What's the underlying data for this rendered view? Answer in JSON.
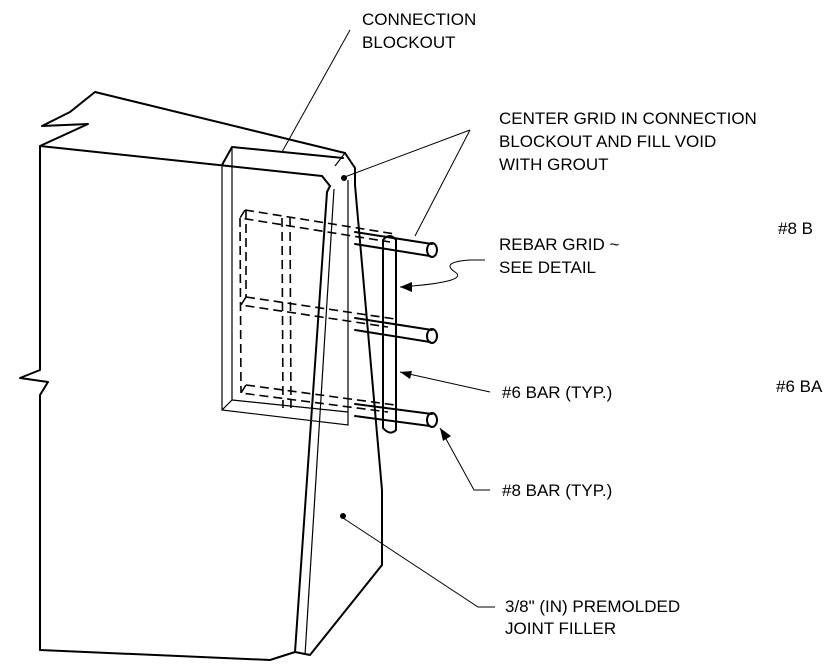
{
  "labels": {
    "connection_blockout_1": "CONNECTION",
    "connection_blockout_2": "BLOCKOUT",
    "center_grid_1": "CENTER GRID IN CONNECTION",
    "center_grid_2": "BLOCKOUT AND FILL VOID",
    "center_grid_3": "WITH GROUT",
    "rebar_grid_1": "REBAR GRID ~",
    "rebar_grid_2": "SEE DETAIL",
    "bar6": "#6 BAR (TYP.)",
    "bar8": "#8 BAR (TYP.)",
    "filler_1": "3/8\" (IN) PREMOLDED",
    "filler_2": "JOINT FILLER",
    "cut_bar8": "#8 B",
    "cut_bar6": "#6 BA"
  }
}
